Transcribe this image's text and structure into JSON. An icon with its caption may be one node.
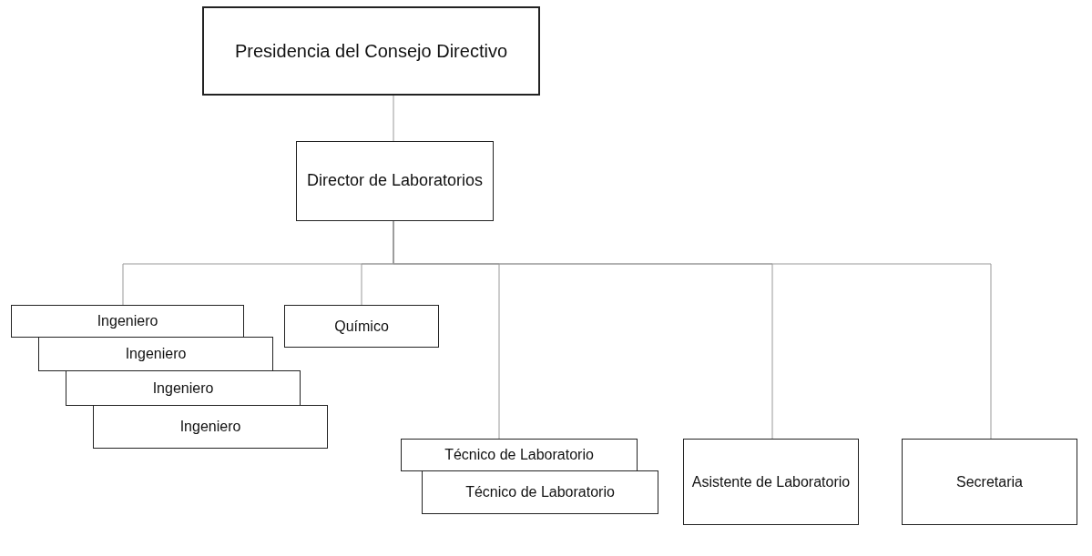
{
  "diagram": {
    "nodes": [
      {
        "text": [
          "Presidencia del Consejo Directivo"
        ]
      },
      {
        "text": [
          "Director de Laboratorios"
        ]
      },
      {
        "text": [
          "Ingeniero"
        ]
      },
      {
        "text": [
          "Ingeniero"
        ]
      },
      {
        "text": [
          "Ingeniero"
        ]
      },
      {
        "text": [
          "Ingeniero"
        ]
      },
      {
        "text": [
          "Químico"
        ]
      },
      {
        "text": [
          "Técnico de Laboratorio"
        ]
      },
      {
        "text": [
          "Técnico de Laboratorio"
        ]
      },
      {
        "text": [
          "Asistente de Laboratorio"
        ]
      },
      {
        "text": [
          "Secretaria"
        ]
      }
    ],
    "edges": [
      {
        "from": 0,
        "to": 1,
        "arrow": "none"
      },
      {
        "from": 1,
        "to": 2,
        "arrow": "none"
      },
      {
        "from": 1,
        "to": 6,
        "arrow": "none"
      },
      {
        "from": 1,
        "to": 7,
        "arrow": "none"
      },
      {
        "from": 1,
        "to": 9,
        "arrow": "none"
      },
      {
        "from": 1,
        "to": 10,
        "arrow": "none"
      }
    ]
  }
}
